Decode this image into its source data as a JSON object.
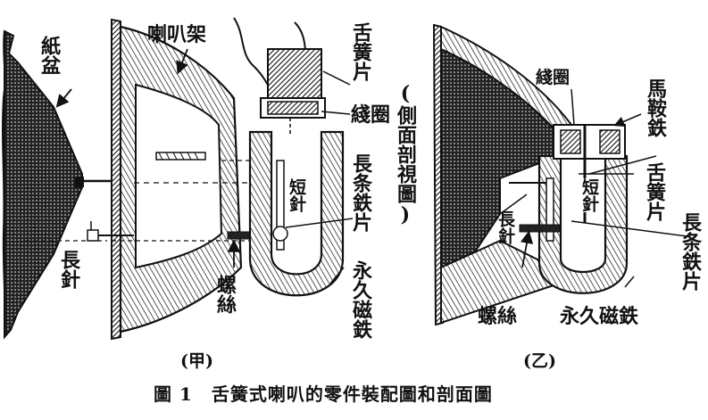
{
  "figure": {
    "caption": "圖 1　舌簧式喇叭的零件裝配圖和剖面圖",
    "panel_a": "(甲)",
    "panel_b": "(乙)",
    "side_view": "(側面剖視圖)"
  },
  "labels_a": {
    "paper_cone": "紙盆",
    "speaker_frame": "喇叭架",
    "reed": "舌簧片",
    "coil": "綫圈",
    "long_strip": "長条鉄片",
    "short_pin": "短針",
    "long_pin": "長針",
    "screw": "螺絲",
    "permanent_magnet": "永久磁鉄"
  },
  "labels_b": {
    "coil": "綫圈",
    "saddle_iron": "馬鞍鉄",
    "reed": "舌簧片",
    "short_pin": "短針",
    "long_pin": "長針",
    "long_strip": "長条鉄片",
    "screw": "螺絲",
    "permanent_magnet": "永久磁鉄"
  }
}
